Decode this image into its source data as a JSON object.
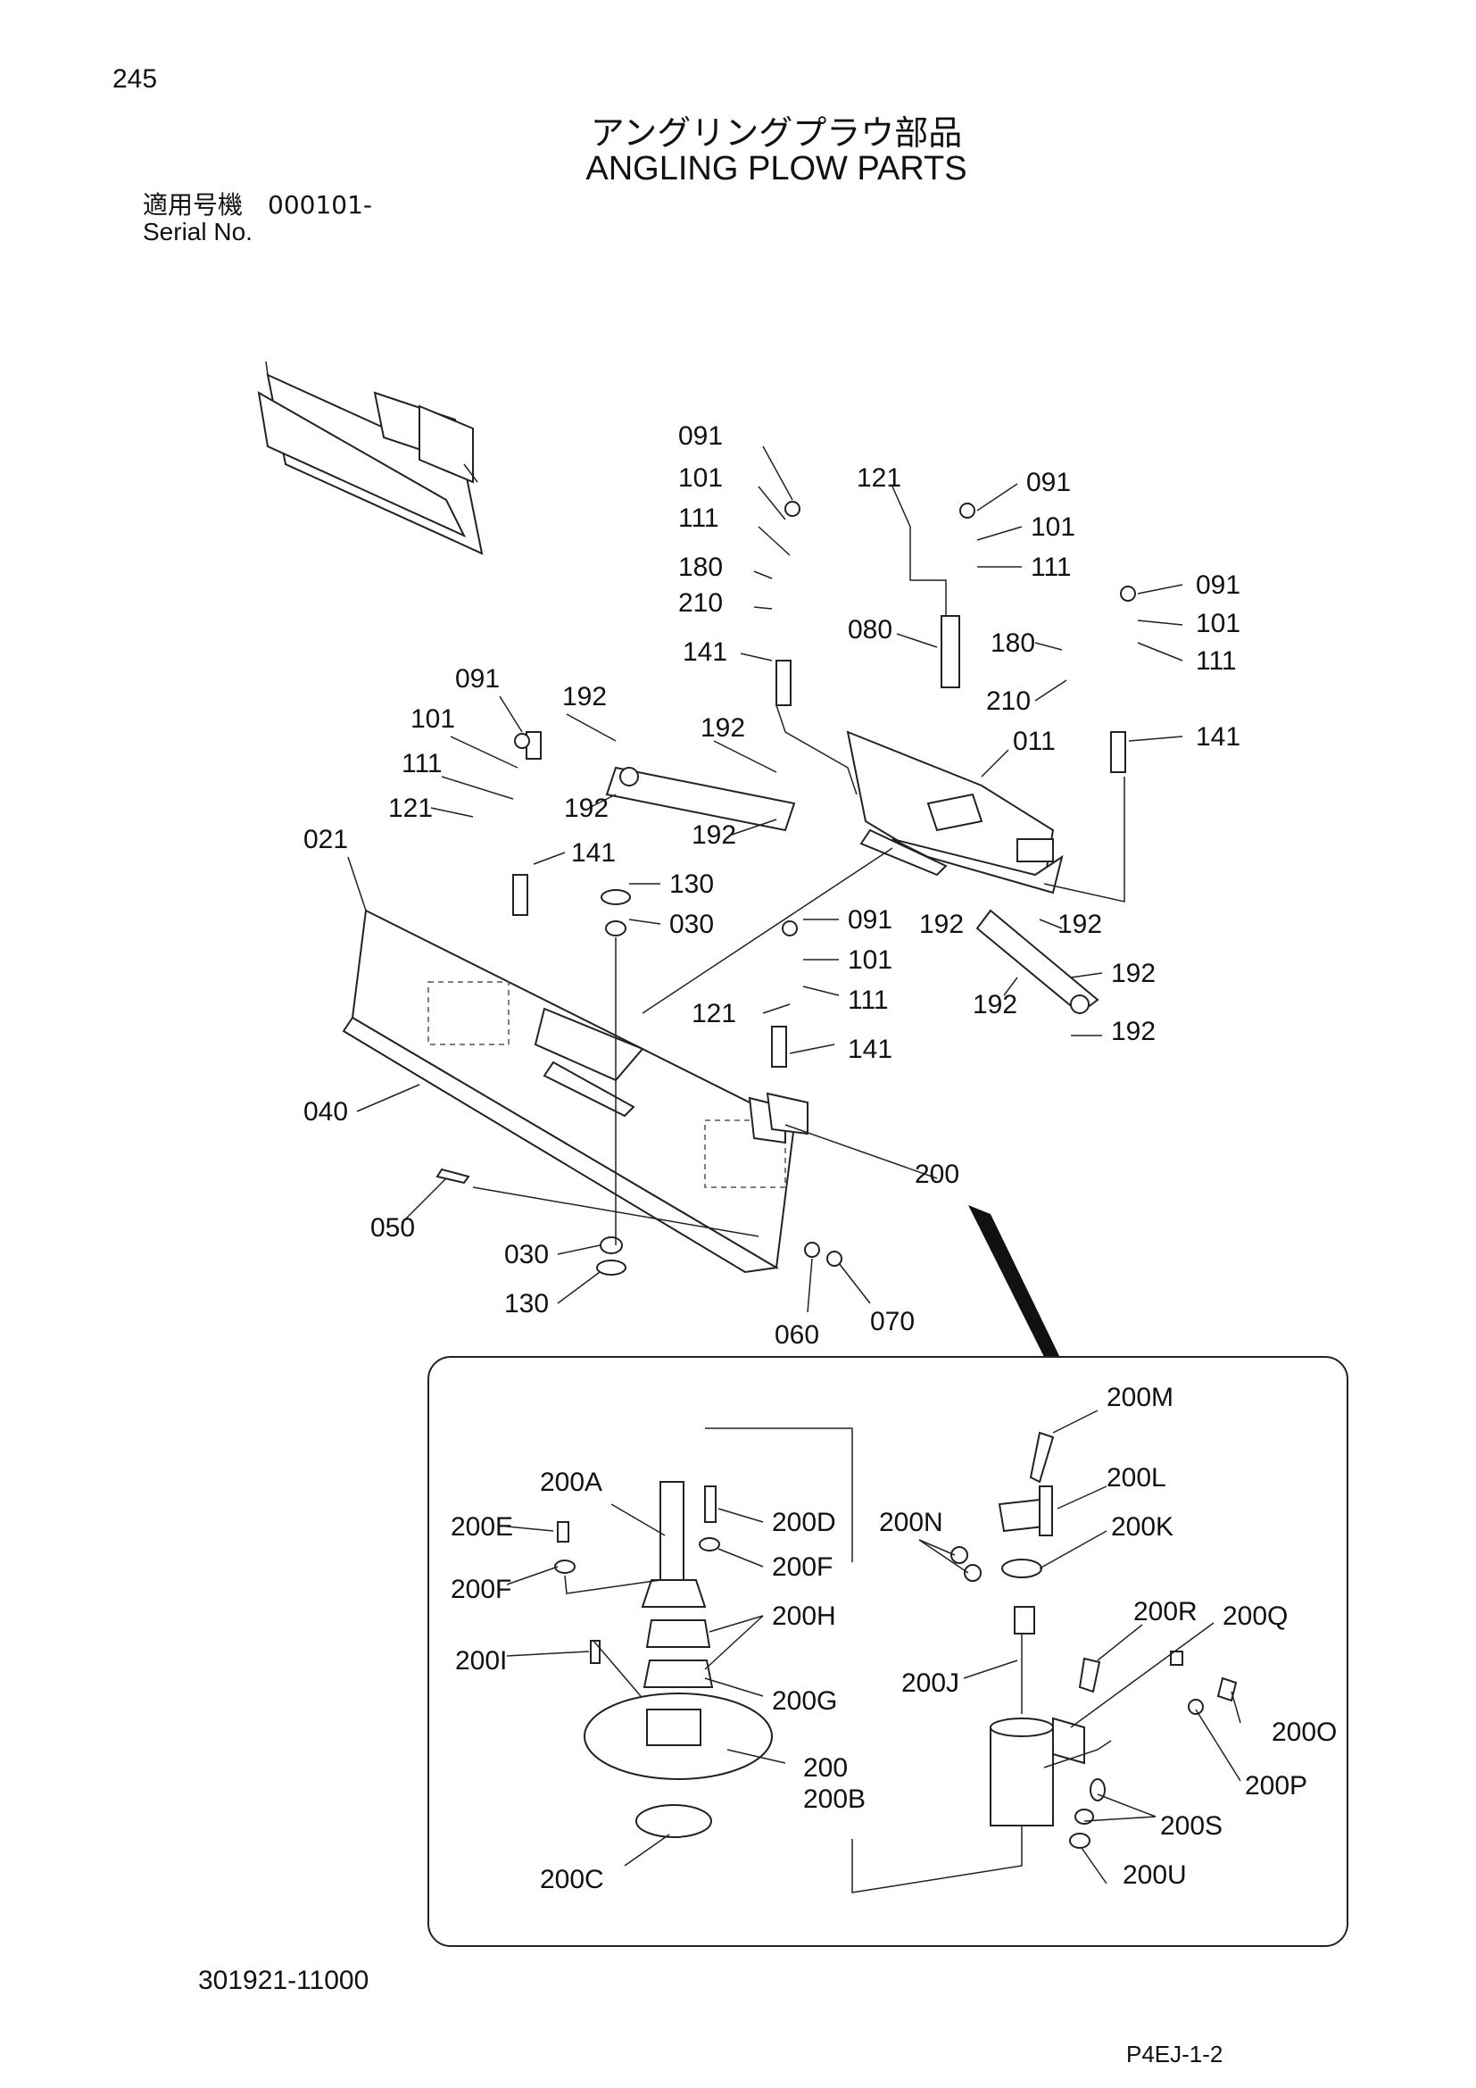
{
  "header": {
    "page_number": "245",
    "title_jp": "アングリングプラウ部品",
    "title_en": "ANGLING PLOW PARTS",
    "serial_label_jp": "適用号機　000101-",
    "serial_label_en": "Serial No."
  },
  "footer": {
    "document_number": "301921-11000",
    "drawing_code": "P4EJ-1-2"
  },
  "callouts": {
    "main": [
      "091",
      "101",
      "111",
      "180",
      "210",
      "141",
      "121",
      "091",
      "101",
      "111",
      "080",
      "091",
      "101",
      "111",
      "180",
      "210",
      "141",
      "011",
      "091",
      "101",
      "111",
      "121",
      "192",
      "192",
      "192",
      "192",
      "192",
      "141",
      "021",
      "130",
      "030",
      "091",
      "101",
      "111",
      "121",
      "141",
      "192",
      "192",
      "192",
      "192",
      "040",
      "200",
      "050",
      "030",
      "130",
      "060",
      "070"
    ],
    "detail": [
      "200M",
      "200L",
      "200K",
      "200A",
      "200D",
      "200E",
      "200F",
      "200F",
      "200H",
      "200N",
      "200R",
      "200Q",
      "200I",
      "200G",
      "200J",
      "200O",
      "200P",
      "200",
      "200B",
      "200S",
      "200C",
      "200U"
    ]
  }
}
